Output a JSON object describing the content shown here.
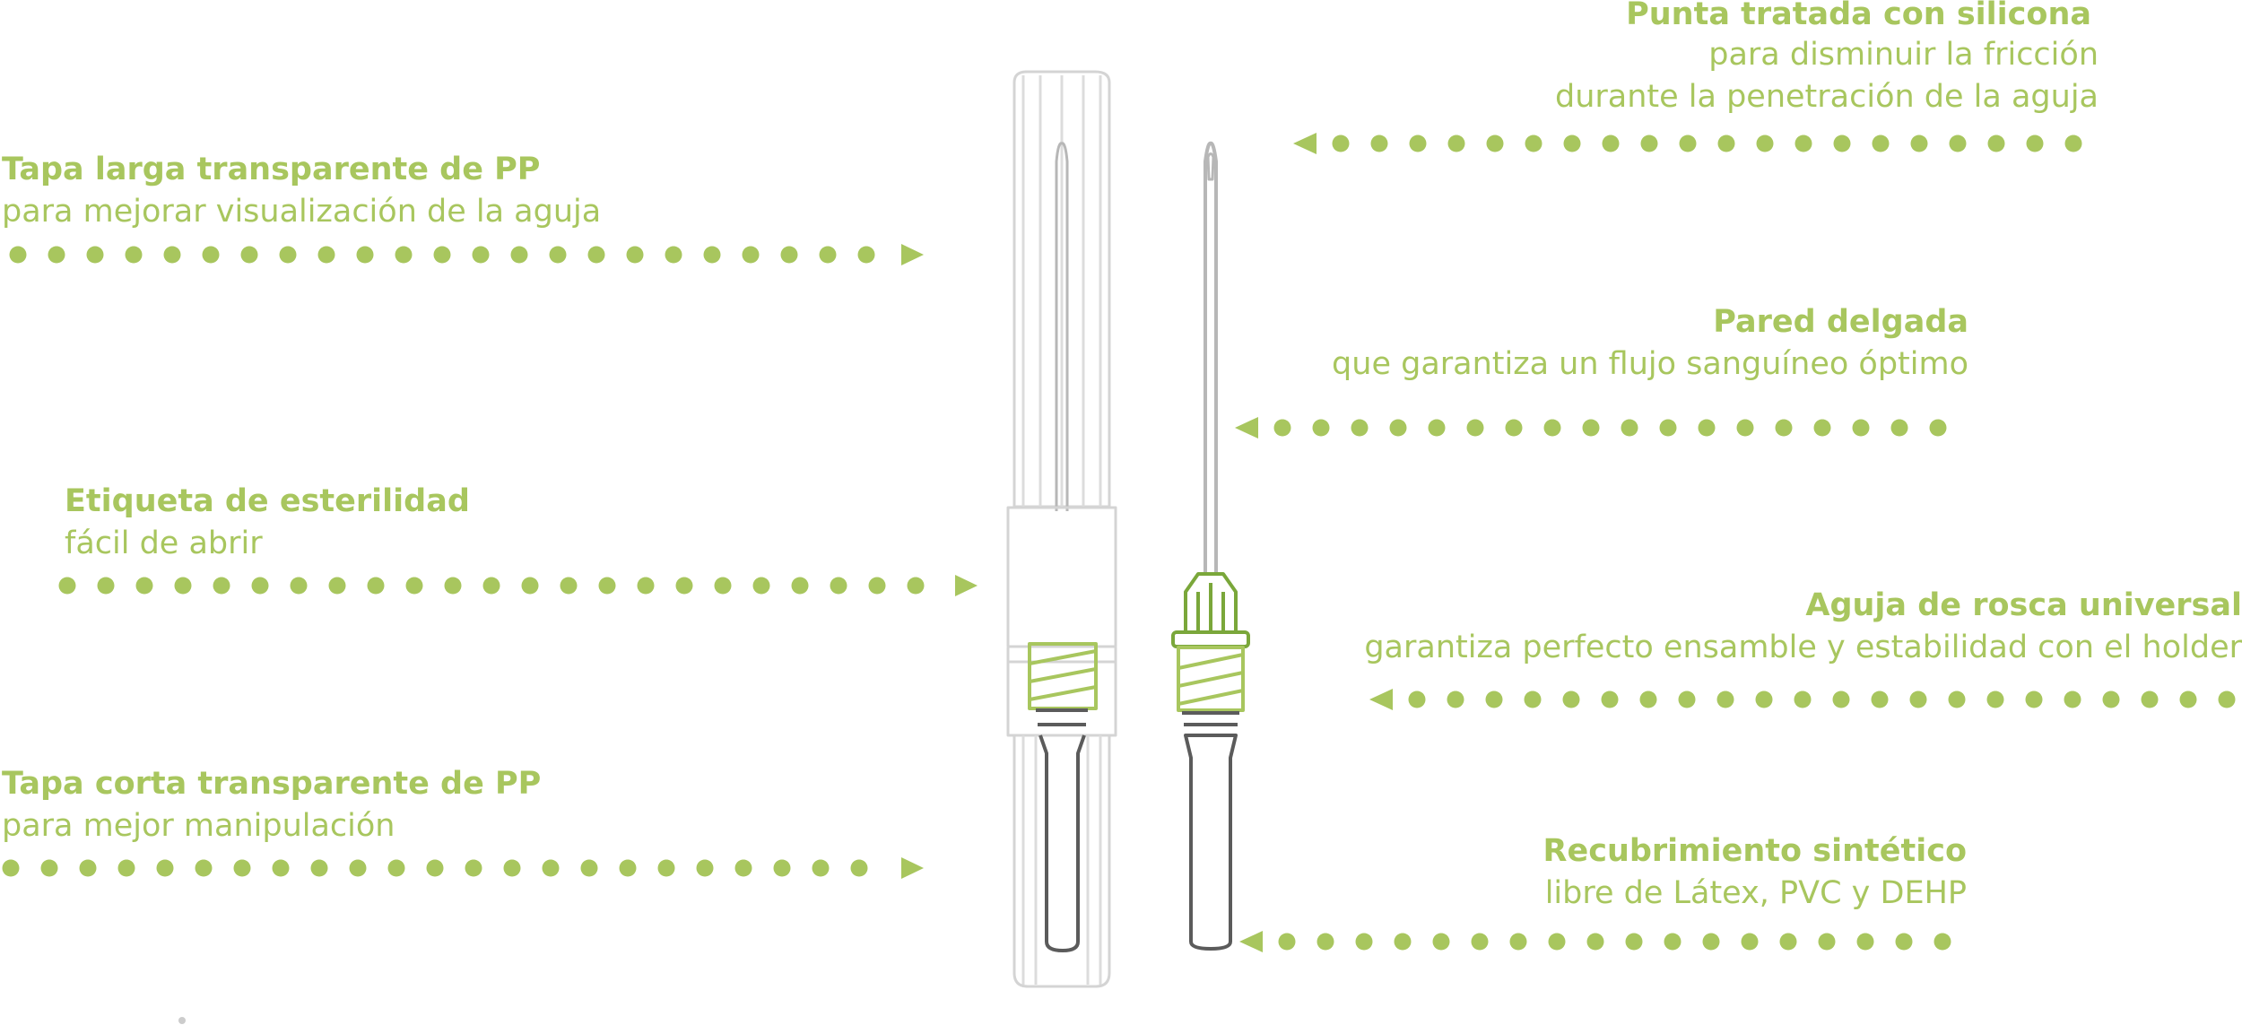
{
  "colors": {
    "accent": "#a8c65e",
    "line_light": "#d4d4d4",
    "line_dark": "#5b5b5b",
    "needle": "#b7b7b7",
    "green_part": "#7aa73a"
  },
  "left_labels": [
    {
      "title": "Tapa larga transparente de PP",
      "sub": "para mejorar visualización de la aguja"
    },
    {
      "title": "Etiqueta de esterilidad",
      "sub": "fácil de abrir"
    },
    {
      "title": "Tapa corta transparente de PP",
      "sub": "para mejor manipulación"
    }
  ],
  "right_labels": [
    {
      "title": "Punta tratada con silicona",
      "sub": "para disminuir la fricción",
      "sub2": "durante la penetración de la aguja"
    },
    {
      "title": "Pared delgada",
      "sub": "que garantiza un flujo sanguíneo óptimo"
    },
    {
      "title": "Aguja de rosca universal",
      "sub": "garantiza perfecto ensamble y estabilidad con el holder"
    },
    {
      "title": "Recubrimiento sintético",
      "sub": "libre de Látex, PVC y DEHP"
    }
  ]
}
